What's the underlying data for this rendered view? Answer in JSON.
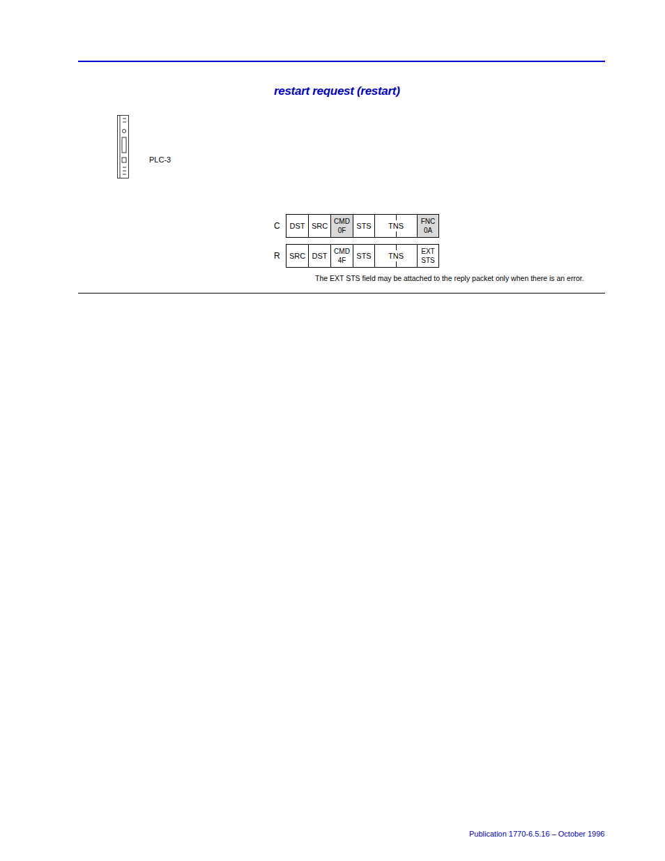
{
  "diagram": {
    "title": "restart request (restart)",
    "nodes": [
      {
        "text": [
          "DST"
        ]
      },
      {
        "text": [
          "SRC"
        ]
      },
      {
        "text": [
          "CMD 0F"
        ]
      },
      {
        "text": [
          "STS"
        ]
      },
      {
        "text": [
          "TNS"
        ]
      },
      {
        "text": [
          "FNC 0A"
        ]
      },
      {
        "text": [
          "SRC"
        ]
      },
      {
        "text": [
          "DST"
        ]
      },
      {
        "text": [
          "CMD 4F"
        ]
      },
      {
        "text": [
          "STS"
        ]
      },
      {
        "text": [
          "TNS"
        ]
      },
      {
        "text": [
          "EXT STS"
        ]
      }
    ],
    "labels": [
      "PLC-3",
      "C",
      "R",
      "The EXT STS field may be attached to the reply packet only when there is an error.",
      "Publication 1770-6.5.16 – October 1996"
    ]
  }
}
